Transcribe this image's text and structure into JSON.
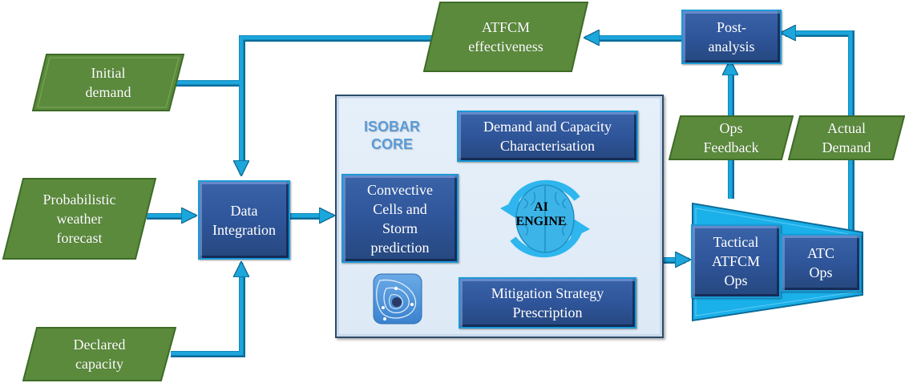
{
  "colors": {
    "data_node": "#5b8a3c",
    "process_node": "#2f559a",
    "connector": "#1ba6dc",
    "core_bg": "#e1ecf8",
    "core_title": "#5b9bd5"
  },
  "inputs": {
    "initial_demand": "Initial\ndemand",
    "probabilistic_weather": "Probabilistic\nweather\nforecast",
    "declared_capacity": "Declared\ncapacity"
  },
  "process": {
    "data_integration": "Data\nIntegration",
    "post_analysis": "Post-\nanalysis",
    "tactical_atfcm": "Tactical\nATFCM\nOps",
    "atc_ops": "ATC\nOps"
  },
  "outputs": {
    "atfcm_effectiveness": "ATFCM\neffectiveness",
    "ops_feedback": "Ops\nFeedback",
    "actual_demand": "Actual\nDemand"
  },
  "core": {
    "title": "ISOBAR\nCORE",
    "demand_capacity": "Demand and Capacity\nCharacterisation",
    "convective_cells": "Convective\nCells and\nStorm\nprediction",
    "mitigation": "Mitigation Strategy\nPrescription",
    "ai_engine": "AI\nENGINE",
    "ai_icon": "brain-cycle-icon",
    "weather_icon": "storm-radar-icon"
  }
}
